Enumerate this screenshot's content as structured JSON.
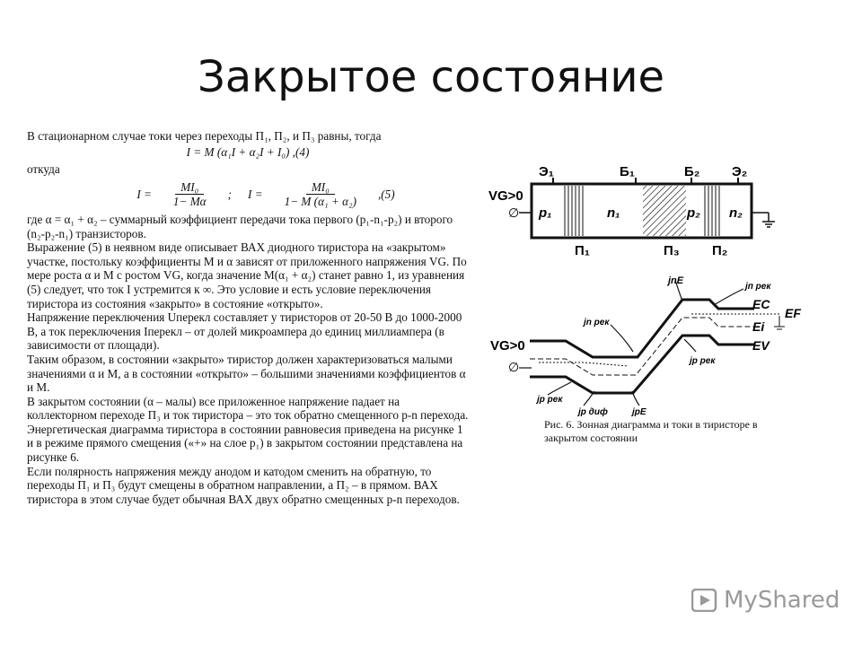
{
  "slide": {
    "title": "Закрытое состояние"
  },
  "text": {
    "p1": "В стационарном случае токи через переходы П₁, П₂, и П₃ равны, тогда",
    "eq4": "I = M (α₁I + α₂I + I₀) ,(4)",
    "p2": "откуда",
    "eq5_a_num": "MI₀",
    "eq5_a_den": "1− Mα",
    "eq5_a_lhs": "I =",
    "eq5_b_lhs": "I =",
    "eq5_b_num": "MI₀",
    "eq5_b_den": "1− M (α₁ + α₂)",
    "eq5_tail": ",(5)",
    "p3": "где α = α₁ + α₂ – суммарный коэффициент передачи тока первого (p₁-n₁-p₂) и второго (n₂-p₂-n₁) транзисторов.",
    "p4": "Выражение (5) в неявном виде описывает ВАХ диодного тиристора на «закрытом» участке, постольку коэффициенты M и α зависят от приложенного напряжения VG. По мере роста α и M с ростом VG, когда значение M(α₁ + α₂) станет равно 1, из уравнения (5) следует, что ток I устремится к ∞. Это условие и есть условие переключения тиристора из состояния «закрыто» в состояние «открыто».",
    "p5": "Напряжение переключения Uперекл составляет у тиристоров от 20-50 В до 1000-2000 В, а ток переключения Iперекл – от долей микроампера до единиц миллиампера (в зависимости от площади).",
    "p6": "Таким образом, в состоянии «закрыто» тиристор должен характеризоваться малыми значениями α и M, а в состоянии «открыто» – большими значениями коэффициентов α и M.",
    "p7": "В закрытом состоянии (α – малы) все приложенное напряжение падает на коллекторном переходе П₃ и ток тиристора – это ток обратно смещенного p-n перехода. Энергетическая диаграмма тиристора в состоянии равновесия приведена на рисунке 1 и в режиме прямого смещения («+» на слое p₁) в закрытом состоянии представлена на рисунке 6.",
    "p8": "Если полярность напряжения между анодом и катодом сменить на обратную, то переходы П₁ и П₃ будут смещены в обратном направлении, а П₂ – в прямом. ВАХ тиристора в этом случае будет обычная ВАХ двух обратно смещенных p-n переходов."
  },
  "figure": {
    "top_labels": [
      "Э₁",
      "Б₁",
      "Б₂",
      "Э₂"
    ],
    "region_labels": [
      "p₁",
      "n₁",
      "p₂",
      "n₂"
    ],
    "junction_labels": [
      "П₁",
      "П₃",
      "П₂"
    ],
    "vg_label": "VG>0",
    "null_symbol": "∅",
    "band_labels": [
      "EC",
      "EF",
      "Ei",
      "EV"
    ],
    "current_labels": [
      "jnE",
      "jп рек",
      "jn рек",
      "jp рек",
      "jр диф",
      "jpE",
      "jp рек"
    ],
    "vg_label_2": "VG>0",
    "null_symbol_2": "∅",
    "caption": "Рис. 6. Зонная диаграмма и токи в тиристоре в закрытом состоянии"
  },
  "watermark": {
    "text": "MyShared"
  }
}
